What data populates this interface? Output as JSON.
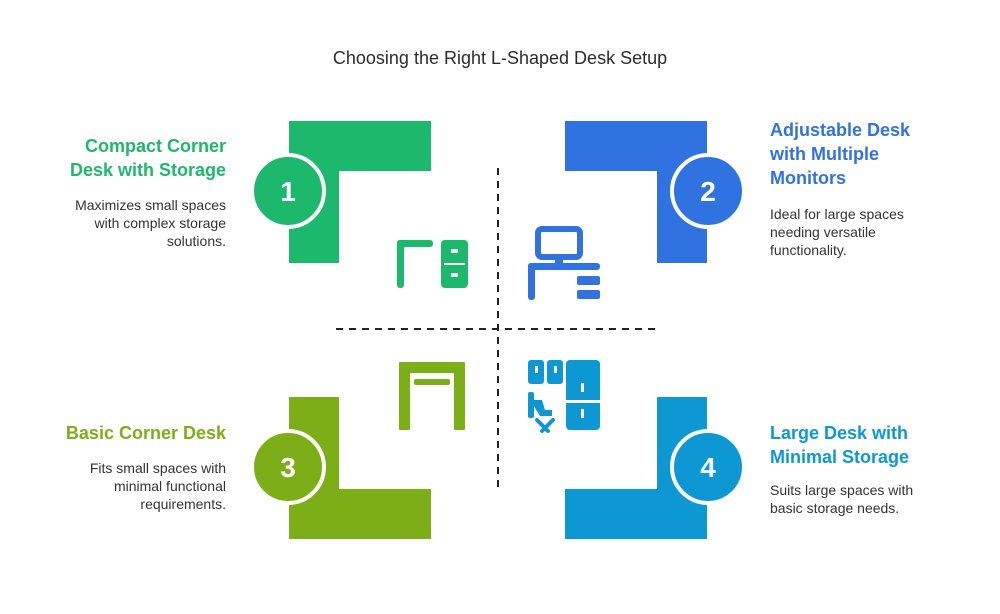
{
  "title": "Choosing the Right L-Shaped Desk Setup",
  "colors": {
    "q1": "#1cb86c",
    "q2": "#2f72e0",
    "q3": "#7cae17",
    "q4": "#0d98d3",
    "divider": "#222222"
  },
  "quadrants": [
    {
      "number": "1",
      "heading_lines": [
        "Compact Corner",
        "Desk with Storage"
      ],
      "description_lines": [
        "Maximizes small spaces",
        "with complex storage",
        "solutions."
      ],
      "icon": "corner-desk-cabinet-icon"
    },
    {
      "number": "2",
      "heading_lines": [
        "Adjustable Desk",
        "with Multiple",
        "Monitors"
      ],
      "description_lines": [
        "Ideal for large spaces",
        "needing versatile",
        "functionality."
      ],
      "icon": "monitor-desk-icon"
    },
    {
      "number": "3",
      "heading_lines": [
        "Basic Corner Desk"
      ],
      "description_lines": [
        "Fits small spaces with",
        "minimal functional",
        "requirements."
      ],
      "icon": "simple-desk-icon"
    },
    {
      "number": "4",
      "heading_lines": [
        "Large Desk with",
        "Minimal Storage"
      ],
      "description_lines": [
        "Suits large spaces with",
        "basic storage needs."
      ],
      "icon": "desk-chair-lockers-icon"
    }
  ]
}
